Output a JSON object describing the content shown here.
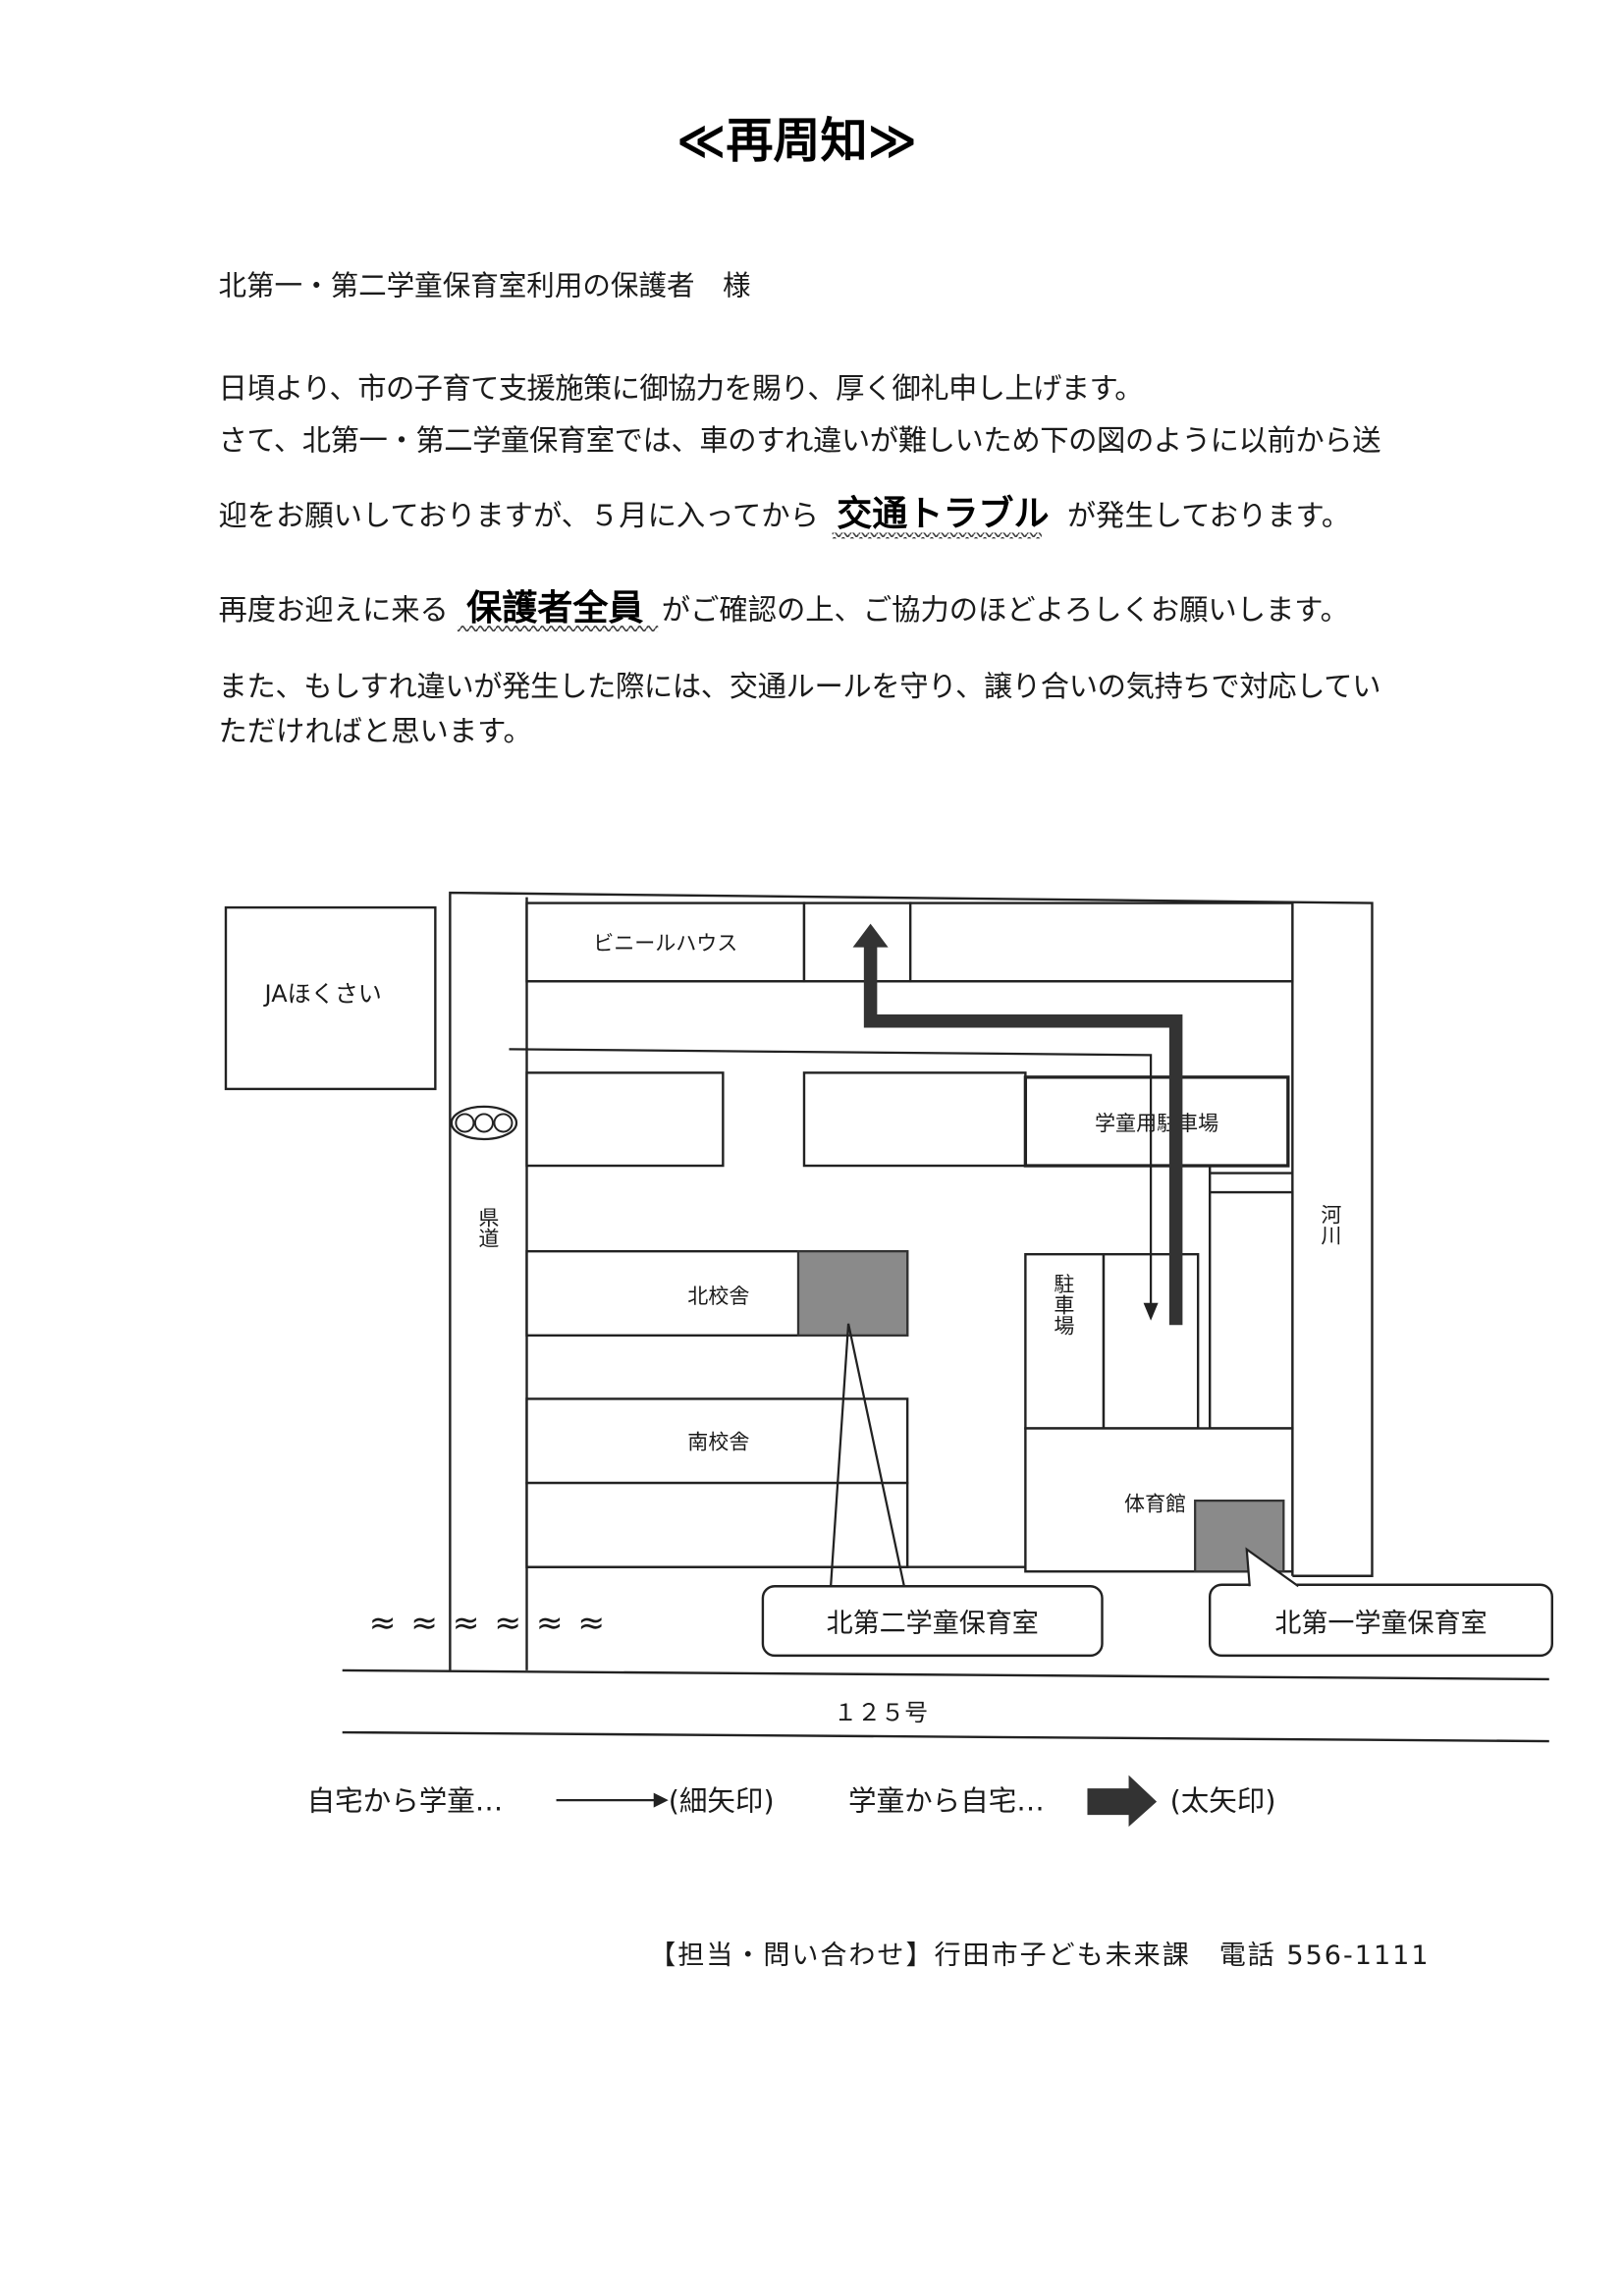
{
  "title": "≪再周知≫",
  "addressee": "北第一・第二学童保育室利用の保護者　様",
  "body": {
    "line1": "日頃より、市の子育て支援施策に御協力を賜り、厚く御礼申し上げます。",
    "line2": "さて、北第一・第二学童保育室では、車のすれ違いが難しいため下の図のように以前から送",
    "line3_a": "迎をお願いしておりますが、５月に入ってから",
    "line3_em": "交通トラブル",
    "line3_b": "が発生しております。",
    "line4_a": "再度お迎えに来る",
    "line4_em": "保護者全員",
    "line4_b": "がご確認の上、ご協力のほどよろしくお願いします。",
    "line5": "また、もしすれ違いが発生した際には、交通ルールを守り、譲り合いの気持ちで対応してい",
    "line6": "ただければと思います。"
  },
  "map": {
    "ja": "JAほくさい",
    "vinyl_house": "ビニールハウス",
    "gakudo_parking": "学童用駐車場",
    "prefectural_road": "県道",
    "river": "河川",
    "north_building": "北校舎",
    "south_building": "南校舎",
    "parking": "駐車場",
    "gym": "体育館",
    "callout_second": "北第二学童保育室",
    "callout_first": "北第一学童保育室",
    "water": "≈≈≈≈≈≈",
    "route": "１２５号"
  },
  "legend": {
    "home_to_gakudo": "自宅から学童…",
    "thin_arrow": "(細矢印)",
    "gakudo_to_home": "学童から自宅…",
    "thick_arrow": "(太矢印)"
  },
  "footer": "【担当・問い合わせ】行田市子ども未来課　電話 556-1111"
}
